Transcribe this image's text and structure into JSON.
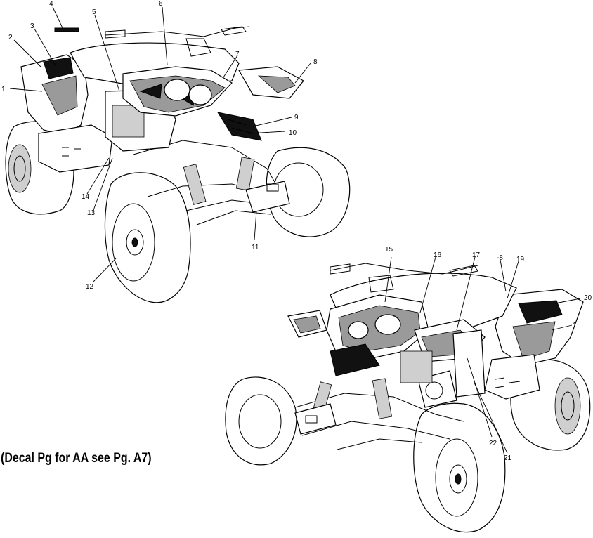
{
  "caption": "(Decal Pg for AA see Pg. A7)",
  "callouts": [
    "1",
    "2",
    "3",
    "4",
    "5",
    "6",
    "7",
    "8",
    "9",
    "10",
    "11",
    "12",
    "13",
    "14",
    "15",
    "16",
    "17",
    "-8",
    "19",
    "20",
    "1",
    "22",
    "21"
  ]
}
